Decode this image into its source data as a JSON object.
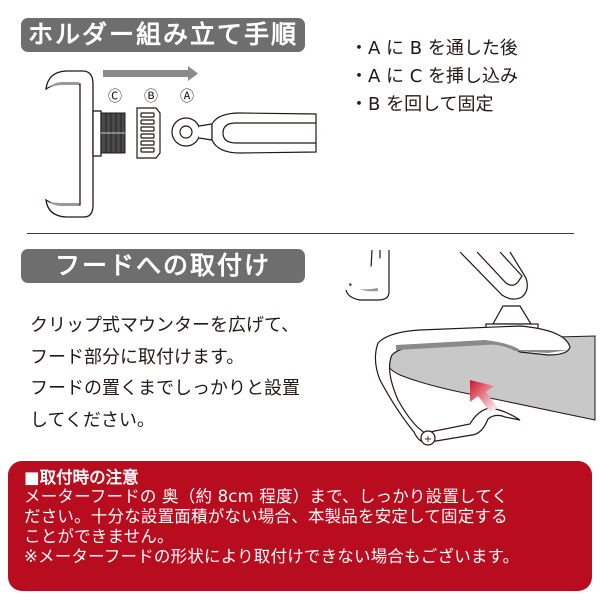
{
  "section_assembly": {
    "title": "ホルダー組み立て手順",
    "part_labels": [
      "Ⓒ",
      "Ⓑ",
      "Ⓐ"
    ],
    "steps": [
      "A に B を通した後",
      "A に C を挿し込み",
      "B を回して固定"
    ]
  },
  "section_hood": {
    "title": "フードへの取付け",
    "description": [
      "クリップ式マウンターを広げて、",
      "フード部分に取付けます。",
      "フードの置くまでしっかりと設置",
      "してください。"
    ]
  },
  "notice": {
    "heading": "■取付時の注意",
    "lines": [
      "メーターフードの 奥（約 8cm 程度）まで、しっかり設置してく",
      "ださい。十分な設置面積がない場合、本製品を安定して固定する",
      "ことができません。",
      "※メーターフードの形状により取付けできない場合もございます。"
    ]
  },
  "colors": {
    "label_bg": "#6e6e6e",
    "notice_bg": "#b80c1f",
    "arrow_gray": "#8a8a8a",
    "hood_gray": "#c8c8c8",
    "accent_red": "#d0102a"
  }
}
